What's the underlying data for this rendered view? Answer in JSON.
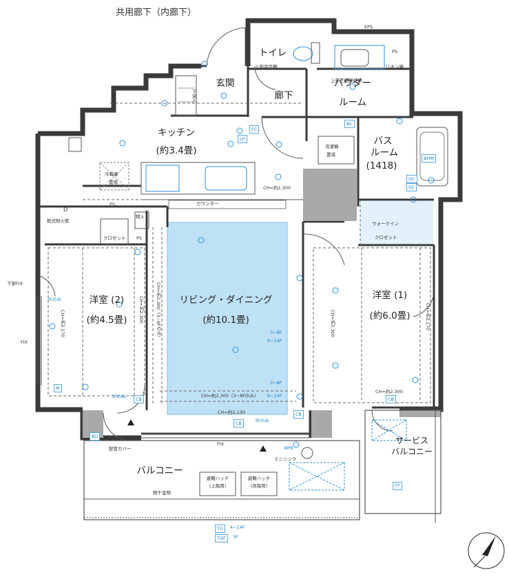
{
  "corridor_label": "共用廊下（内廊下）",
  "rooms": {
    "genkan": "玄関",
    "toilet": "トイレ",
    "rouka": "廊下",
    "powder_room_1": "パウダー",
    "powder_room_2": "ルーム",
    "kitchen_1": "キッチン",
    "kitchen_2": "(約3.4畳)",
    "bath_1": "バス",
    "bath_2": "ルーム",
    "bath_3": "(1418)",
    "living_1": "リビング・ダイニング",
    "living_2": "(約10.1畳)",
    "western2_1": "洋室 (2)",
    "western2_2": "(約4.5畳)",
    "western1_1": "洋室 (1)",
    "western1_2": "(約6.0畳)",
    "balcony": "バルコニー",
    "service_balcony_1": "サービス",
    "service_balcony_2": "バルコニー"
  },
  "labels": {
    "eps": "EPS",
    "ps_top": "PS",
    "ps_mid": "PS",
    "ps_left": "PS",
    "dryer": "D",
    "dryer_text": "乾式耐火壁",
    "counter": "カウンター",
    "closet_left": "クロゼット",
    "walk_in_1": "ウォークイン",
    "walk_in_2": "クロゼット",
    "washing_1": "洗濯機",
    "washing_2": "置場",
    "refrigerator_1": "冷蔵庫",
    "refrigerator_2": "置場",
    "shoe_box": "下足入",
    "storage_top": "上部吊戸棚",
    "storage_mid": "上部三面鏡収納",
    "linen": "リネン庫",
    "storage_small": "物入",
    "bathroom_heater": "BHM",
    "fix_left_top": "下部FIX",
    "fix_left": "FIX",
    "fix_mid": "FIX",
    "pipe_cover": "配管カバー",
    "mini_sink": "ミニシンク",
    "wpe": "WPE",
    "hatch_up_1": "避難ハッチ",
    "hatch_up_2": "(上階用)",
    "hatch_down_1": "避難ハッチ",
    "hatch_down_2": "(各階用)",
    "drying": "物干金物",
    "tt": "TT",
    "bo": "BO",
    "ch_kitchen": "CH=約2,300",
    "ch_ld_1": "CH=約2,300（3~8Fのみ）",
    "ch_ld_2": "CH=約2,130",
    "ch_w2": "CH=約2,170",
    "ch_w2b": "CH=約2,300",
    "ch_w2c": "CH=約2,300（3~8Fのみ）",
    "ch_w1": "CH=約2,170",
    "ch_w1b": "CH=約2,300",
    "ch_w1c": "CH=約2,300",
    "only_3f_a": "3Fのみ",
    "only_3f_b": "3Fのみ",
    "only_3f_c": "3Fのみ",
    "floors_a": "3~8F",
    "floors_b": "9~14F",
    "floors_c": "3~8F",
    "floors_d": "9~14F",
    "cb_1": "CB",
    "cb_2": "CB",
    "cb_3": "CB",
    "cb_4": "CB",
    "m": "M",
    "fc": "FC",
    "lp": "LP",
    "bc": "BC",
    "gc": "GC",
    "sc": "SC"
  },
  "legend": {
    "tg_code": "TG",
    "tg_floors": "4~14F",
    "tgf_code": "TGF",
    "tgf_floors": "3F"
  },
  "colors": {
    "living_fill": "#bfe1f6",
    "wall": "#3a3a3a",
    "column": "#a9a9a9",
    "icon_blue": "#2a8fd6",
    "closet_fill": "#e3f1fa"
  },
  "compass_icon": "north-arrow-icon"
}
